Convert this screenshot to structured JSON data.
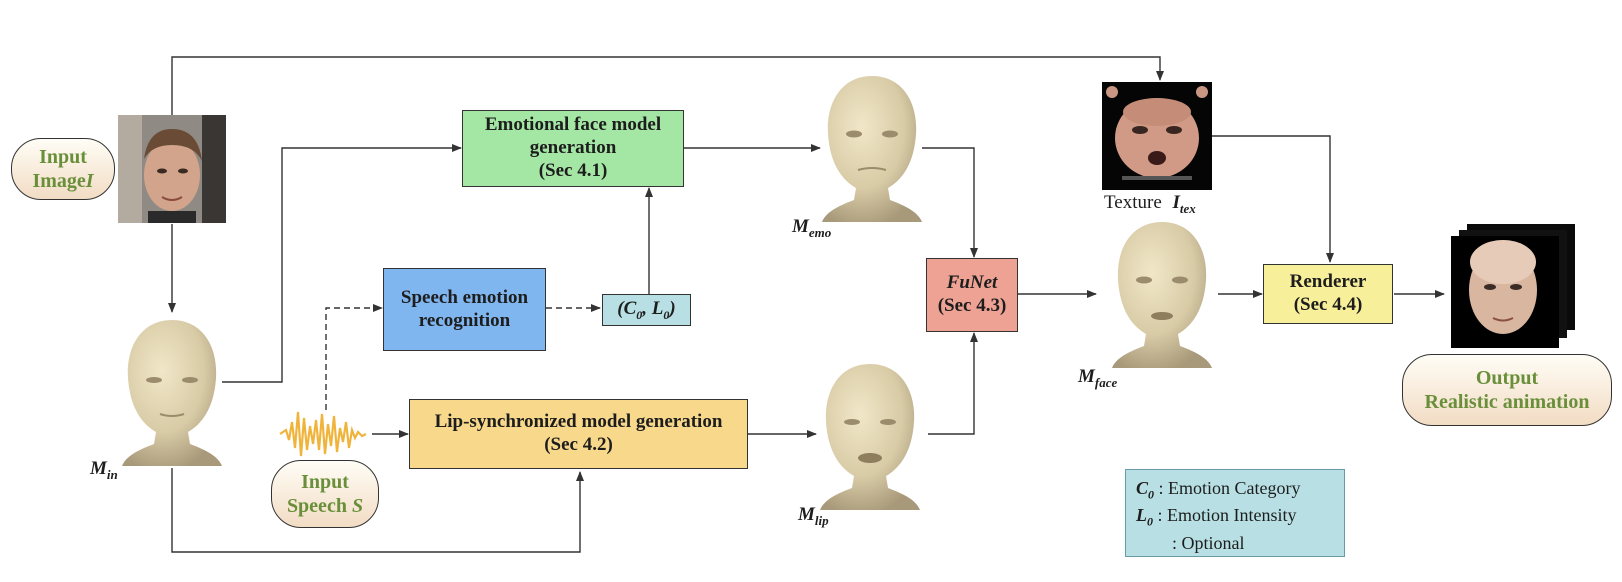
{
  "input_image": {
    "line1": "Input",
    "line2": "Image",
    "var": "I"
  },
  "input_speech": {
    "line1": "Input",
    "line2": "Speech",
    "var": "S"
  },
  "output": {
    "line1": "Output",
    "line2": "Realistic animation"
  },
  "boxes": {
    "emotional": {
      "line1": "Emotional face model",
      "line2": "generation",
      "line3": "(Sec 4.1)"
    },
    "ser": {
      "line1": "Speech emotion",
      "line2": "recognition"
    },
    "lip": {
      "line1": "Lip-synchronized model generation",
      "line2": "(Sec 4.2)"
    },
    "funet": {
      "line1": "FuNet",
      "line2": "(Sec 4.3)"
    },
    "renderer": {
      "line1": "Renderer",
      "line2": "(Sec 4.4)"
    },
    "c0l0": {
      "open": "(",
      "c": "C",
      "csub": "0",
      "sep": ", ",
      "l": "L",
      "lsub": "0",
      "close": ")"
    }
  },
  "labels": {
    "m_in": {
      "base": "M",
      "sub": "in"
    },
    "m_emo": {
      "base": "M",
      "sub": "emo"
    },
    "m_lip": {
      "base": "M",
      "sub": "lip"
    },
    "m_face": {
      "base": "M",
      "sub": "face"
    },
    "texture": {
      "word": "Texture",
      "base": "I",
      "sub": "tex"
    }
  },
  "legend": {
    "c0": {
      "sym": "C",
      "sub": "0",
      "text": " : Emotion Category"
    },
    "l0": {
      "sym": "L",
      "sub": "0",
      "text": " : Emotion Intensity"
    },
    "opt": {
      "text": ": Optional"
    }
  },
  "colors": {
    "emotional": "#a4e6a4",
    "ser": "#80b6f0",
    "lip": "#f8d98c",
    "funet": "#eda294",
    "renderer": "#f7ef9a",
    "c0l0": "#b8e0e4",
    "pill_text": "#6a8f3a",
    "head": "#d8cba6",
    "waveform": "#f0b43c"
  },
  "icons": {
    "head_model": "3d-head-model-icon",
    "photo": "portrait-photo",
    "texture": "face-texture-map",
    "waveform": "audio-waveform-icon"
  }
}
